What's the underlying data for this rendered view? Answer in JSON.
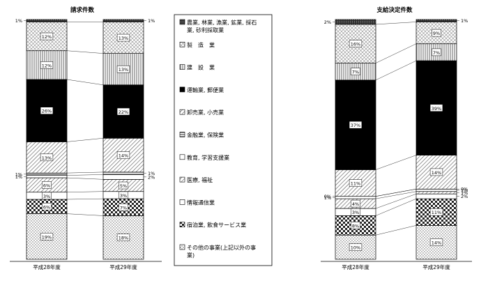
{
  "chart_data": [
    {
      "type": "bar",
      "stacked": true,
      "percent": true,
      "title": "請求件数",
      "categories": [
        "平成28年度",
        "平成29年度"
      ],
      "series": [
        {
          "name": "その他の事業(上記以外の事業)",
          "values": [
            19,
            18
          ],
          "labels": [
            "19%",
            "18%"
          ],
          "pattern": "dots"
        },
        {
          "name": "宿泊業, 飲食サービス業",
          "values": [
            6,
            7
          ],
          "labels": [
            "6%",
            "7%"
          ],
          "pattern": "checker"
        },
        {
          "name": "情報通信業",
          "values": [
            3,
            3
          ],
          "labels": [
            "3%",
            "3%"
          ],
          "pattern": "white"
        },
        {
          "name": "医療, 福祉",
          "values": [
            6,
            5
          ],
          "labels": [
            "6%",
            "5%"
          ],
          "pattern": "diagonal"
        },
        {
          "name": "教育, 学習支援業",
          "values": [
            1,
            2
          ],
          "labels": [
            "1%",
            "2%"
          ],
          "pattern": "white"
        },
        {
          "name": "金融業, 保険業",
          "values": [
            1,
            1
          ],
          "labels": [
            "1%",
            "1%"
          ],
          "pattern": "hstripes"
        },
        {
          "name": "卸売業, 小売業",
          "values": [
            13,
            14
          ],
          "labels": [
            "13%",
            "14%"
          ],
          "pattern": "diagonal"
        },
        {
          "name": "運輸業, 郵便業",
          "values": [
            26,
            22
          ],
          "labels": [
            "26%",
            "22%"
          ],
          "pattern": "black"
        },
        {
          "name": "建 設 業",
          "values": [
            12,
            13
          ],
          "labels": [
            "12%",
            "13%"
          ],
          "pattern": "vstripes"
        },
        {
          "name": "製 造 業",
          "values": [
            12,
            13
          ],
          "labels": [
            "12%",
            "13%"
          ],
          "pattern": "crosshatch"
        },
        {
          "name": "農業, 林業, 漁業, 鉱業, 採石業, 砂利採取業",
          "values": [
            1,
            1
          ],
          "labels": [
            "1%",
            "1%"
          ],
          "pattern": "darkgrid"
        }
      ]
    },
    {
      "type": "bar",
      "stacked": true,
      "percent": true,
      "title": "支給決定件数",
      "categories": [
        "平成28年度",
        "平成29年度"
      ],
      "series": [
        {
          "name": "その他の事業(上記以外の事業)",
          "values": [
            10,
            14
          ],
          "labels": [
            "10%",
            "14%"
          ],
          "pattern": "dots"
        },
        {
          "name": "宿泊業, 飲食サービス業",
          "values": [
            8,
            11
          ],
          "labels": [
            "8%",
            "11%"
          ],
          "pattern": "checker"
        },
        {
          "name": "情報通信業",
          "values": [
            3,
            2
          ],
          "labels": [
            "3%",
            "2%"
          ],
          "pattern": "white"
        },
        {
          "name": "医療, 福祉",
          "values": [
            4,
            1
          ],
          "labels": [
            "4%",
            "1%"
          ],
          "pattern": "diagonal"
        },
        {
          "name": "教育, 学習支援業",
          "values": [
            1,
            1
          ],
          "labels": [
            "1%",
            "1%"
          ],
          "pattern": "white"
        },
        {
          "name": "金融業, 保険業",
          "values": [
            0,
            0
          ],
          "labels": [
            "0%",
            "0%"
          ],
          "pattern": "hstripes"
        },
        {
          "name": "卸売業, 小売業",
          "values": [
            11,
            14
          ],
          "labels": [
            "11%",
            "14%"
          ],
          "pattern": "diagonal"
        },
        {
          "name": "運輸業, 郵便業",
          "values": [
            37,
            39
          ],
          "labels": [
            "37%",
            "39%"
          ],
          "pattern": "black"
        },
        {
          "name": "建 設 業",
          "values": [
            7,
            7
          ],
          "labels": [
            "7%",
            "7%"
          ],
          "pattern": "vstripes"
        },
        {
          "name": "製 造 業",
          "values": [
            16,
            9
          ],
          "labels": [
            "16%",
            "9%"
          ],
          "pattern": "crosshatch"
        },
        {
          "name": "農業, 林業, 漁業, 鉱業, 採石業, 砂利採取業",
          "values": [
            2,
            1
          ],
          "labels": [
            "2%",
            "1%"
          ],
          "pattern": "darkgrid"
        }
      ]
    }
  ],
  "legend": {
    "items": [
      {
        "label": "農業, 林業, 漁業, 鉱業, 採石業, 砂利採取業",
        "pattern": "darkgrid"
      },
      {
        "label": "製　造　業",
        "pattern": "crosshatch"
      },
      {
        "label": "建　設　業",
        "pattern": "vstripes"
      },
      {
        "label": "運輸業, 郵便業",
        "pattern": "black"
      },
      {
        "label": "卸売業, 小売業",
        "pattern": "diagonal"
      },
      {
        "label": "金融業, 保険業",
        "pattern": "hstripes"
      },
      {
        "label": "教育, 学習支援業",
        "pattern": "white"
      },
      {
        "label": "医療, 福祉",
        "pattern": "diagonal"
      },
      {
        "label": "情報通信業",
        "pattern": "white"
      },
      {
        "label": "宿泊業, 飲食サービス業",
        "pattern": "checker"
      },
      {
        "label": "その他の事業(上記以外の事業)",
        "pattern": "dots"
      }
    ]
  }
}
